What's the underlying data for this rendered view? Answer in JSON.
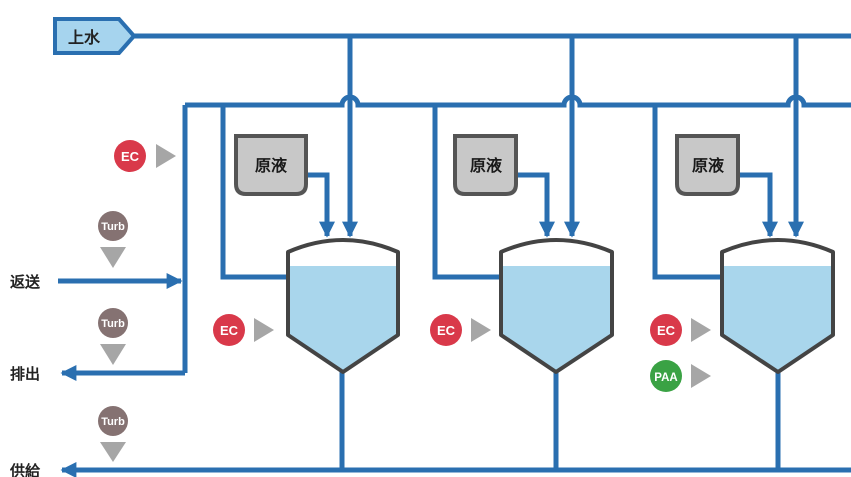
{
  "labels": {
    "supply_water": "上水",
    "return": "返送",
    "drain": "排出",
    "feed": "供給",
    "stock_solution": "原液"
  },
  "sensors": {
    "ec": "EC",
    "turbidity": "Turb",
    "paa": "PAA"
  },
  "colors": {
    "pipe": "#2a6fb0",
    "tank_fill": "#a9d6ec",
    "tank_stroke": "#444444",
    "box_fill": "#c8c8c8",
    "ec_badge": "#d9394a",
    "turb_badge": "#857272",
    "paa_badge": "#3aa244",
    "arrow_gray": "#a6a6a6",
    "label_box_fill": "#a6d4ee"
  }
}
